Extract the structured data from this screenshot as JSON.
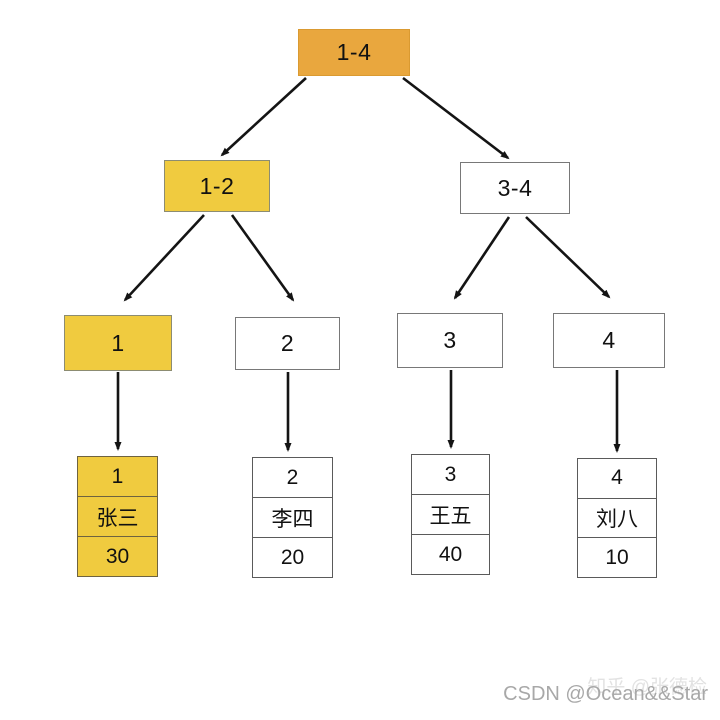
{
  "diagram": {
    "title_hint": "segment tree with records",
    "tree": {
      "root": {
        "label": "1-4",
        "highlighted": true
      },
      "level2": [
        {
          "label": "1-2",
          "highlighted": true
        },
        {
          "label": "3-4",
          "highlighted": false
        }
      ],
      "level3": [
        {
          "label": "1",
          "highlighted": true
        },
        {
          "label": "2",
          "highlighted": false
        },
        {
          "label": "3",
          "highlighted": false
        },
        {
          "label": "4",
          "highlighted": false
        }
      ],
      "records": [
        {
          "index": "1",
          "name": "张三",
          "value": "30",
          "highlighted": true
        },
        {
          "index": "2",
          "name": "李四",
          "value": "20",
          "highlighted": false
        },
        {
          "index": "3",
          "name": "王五",
          "value": "40",
          "highlighted": false
        },
        {
          "index": "4",
          "name": "刘八",
          "value": "10",
          "highlighted": false
        }
      ]
    },
    "colors": {
      "root_fill": "#E9A73E",
      "highlight_fill": "#F0CB3F",
      "plain_fill": "#FFFFFF",
      "arrow": "#141414",
      "node_border": "#787878"
    }
  },
  "watermarks": {
    "zhihu": "知乎 @张德检",
    "csdn": "CSDN @Ocean&&Star"
  }
}
